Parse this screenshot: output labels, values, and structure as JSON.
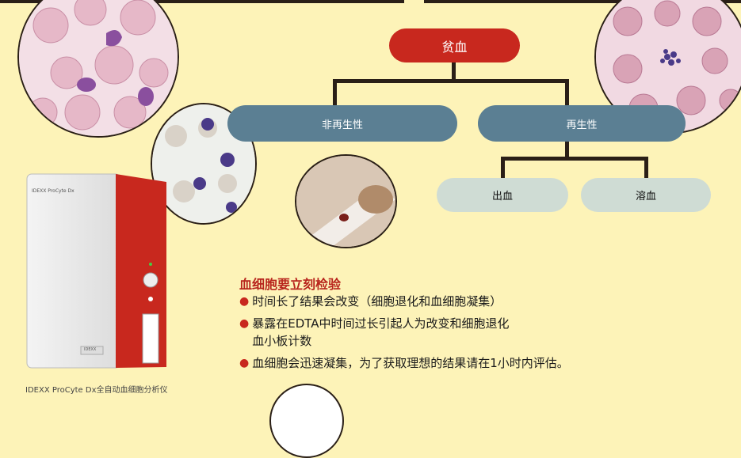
{
  "flow": {
    "root": "贫血",
    "left": "非再生性",
    "right": "再生性",
    "sub_left": "出血",
    "sub_right": "溶血"
  },
  "notes": {
    "title": "血细胞要立刻检验",
    "bullets": [
      {
        "text": "时间长了结果会改变（细胞退化和血细胞凝集）"
      },
      {
        "text": "暴露在EDTA中时间过长引起人为改变和细胞退化",
        "text2": "血小板计数"
      },
      {
        "text": "血细胞会迅速凝集，为了获取理想的结果请在1小时内评估。"
      }
    ]
  },
  "device": {
    "brand": "IDEXX ProCyte Dx",
    "panel_brand": "IDEXX",
    "caption": "IDEXX ProCyte Dx全自动血细胞分析仪"
  },
  "colors": {
    "background": "#fdf3b8",
    "root": "#c8281e",
    "level1": "#5b7f93",
    "level2": "#cfdcd4"
  }
}
